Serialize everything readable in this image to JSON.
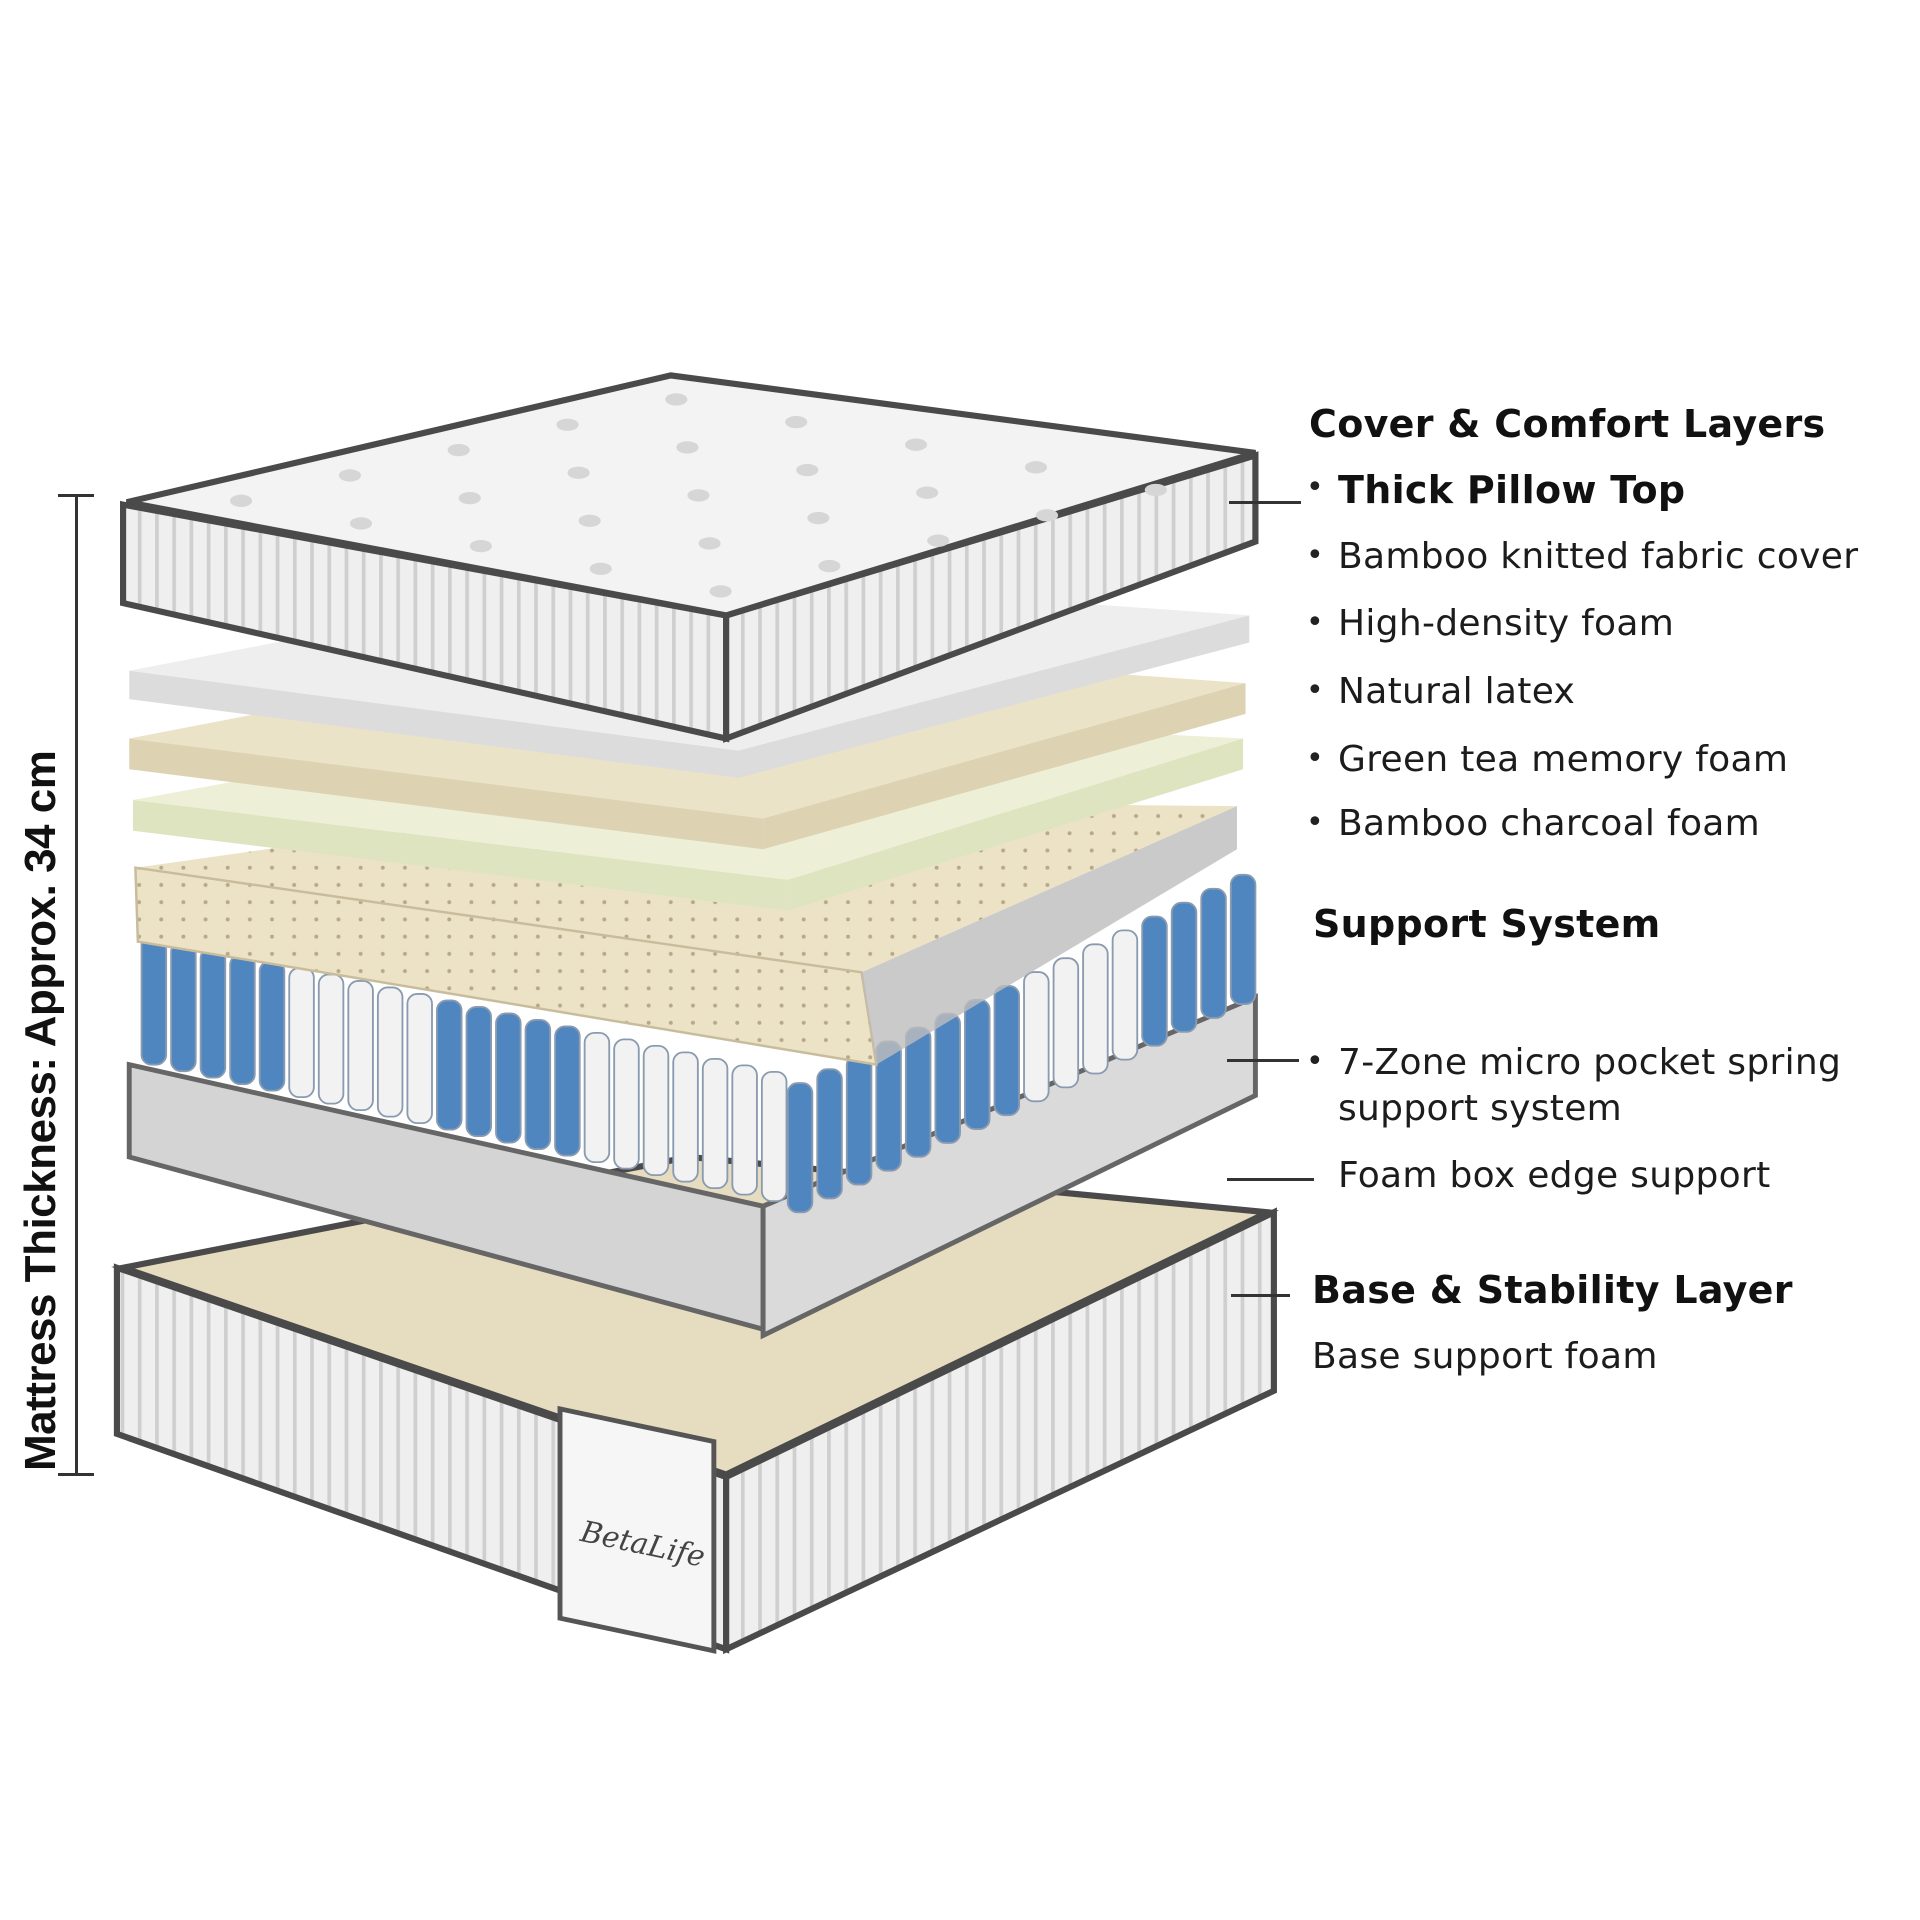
{
  "measurement": {
    "label": "Mattress Thickness: Approx.  34 cm"
  },
  "brand_logo": "BetaLife",
  "sections": {
    "cover": {
      "heading": "Cover & Comfort Layers",
      "items": [
        "Thick Pillow Top",
        "Bamboo knitted fabric cover",
        "High-density foam",
        "Natural latex",
        "Green tea memory foam",
        "Bamboo charcoal foam"
      ]
    },
    "support": {
      "heading": "Support System",
      "items": [
        "7-Zone micro pocket spring",
        "support system",
        "Foam box edge support"
      ]
    },
    "base": {
      "heading": "Base & Stability Layer",
      "items": [
        "Base support foam"
      ]
    }
  },
  "colors": {
    "spring_blue": "#4f86c0",
    "spring_white": "#f2f2f2",
    "latex": "#ebe3c8",
    "green_tea": "#edf0d6",
    "piping": "#4a4a4a"
  },
  "bullet": "•"
}
